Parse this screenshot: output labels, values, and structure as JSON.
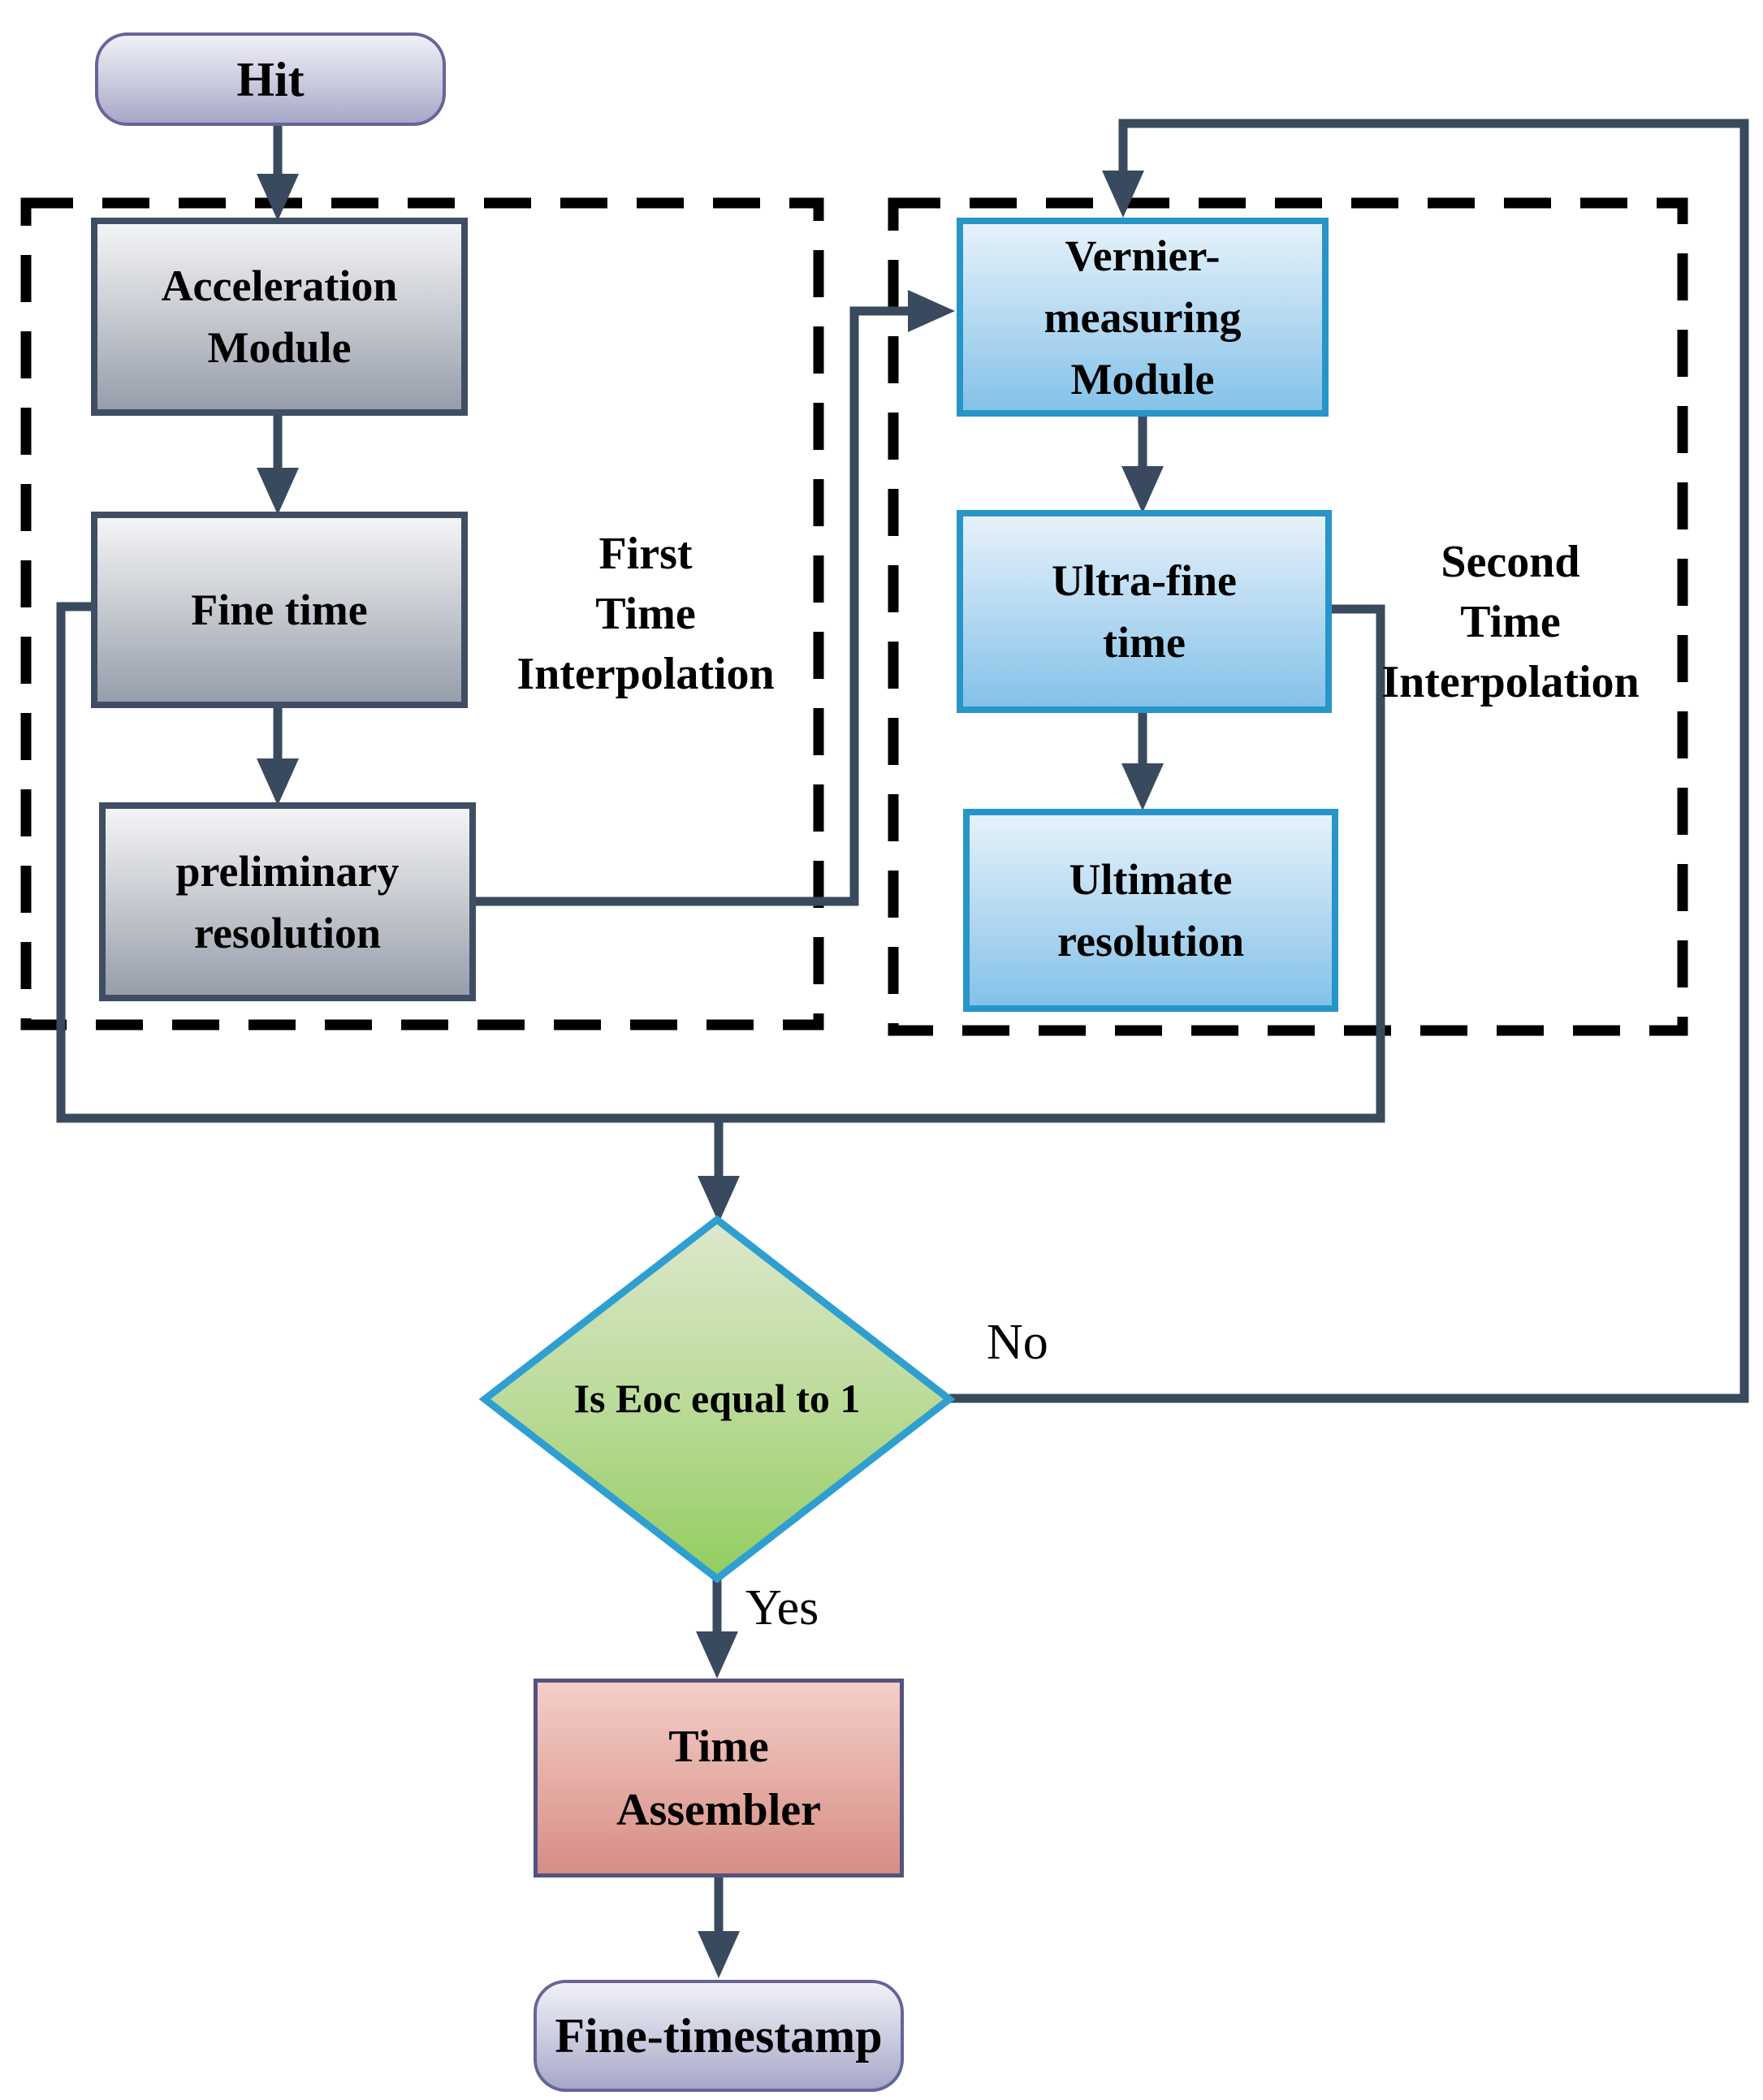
{
  "nodes": {
    "hit": {
      "label": "Hit"
    },
    "acceleration": {
      "label": "Acceleration\nModule"
    },
    "fine_time": {
      "label": "Fine time"
    },
    "preliminary": {
      "label": "preliminary\nresolution"
    },
    "vernier": {
      "label": "Vernier-\nmeasuring\nModule"
    },
    "ultra_fine": {
      "label": "Ultra-fine\ntime"
    },
    "ultimate": {
      "label": "Ultimate\nresolution"
    },
    "decision": {
      "label": "Is Eoc equal to 1"
    },
    "assembler": {
      "label": "Time\nAssembler"
    },
    "timestamp": {
      "label": "Fine-timestamp"
    }
  },
  "zones": {
    "first": {
      "label": "First\nTime\nInterpolation"
    },
    "second": {
      "label": "Second\nTime\nInterpolation"
    }
  },
  "edges": {
    "no": {
      "label": "No"
    },
    "yes": {
      "label": "Yes"
    }
  },
  "colors": {
    "connector": "#3A4A5E",
    "dashed_zone_border": "#000000",
    "gray_box_border": "#3F4E63",
    "gray_box_fill_top": "#F3F4F6",
    "gray_box_fill_bottom": "#969EAB",
    "blue_box_border": "#2795C8",
    "blue_box_fill_top": "#E6F2FB",
    "blue_box_fill_bottom": "#84C2E9",
    "terminal_border": "#65659A",
    "terminal_fill_top": "#F1F1F6",
    "terminal_fill_bottom": "#A6A7C8",
    "assembler_border": "#53537F",
    "assembler_fill_top": "#F4CEC9",
    "assembler_fill_bottom": "#D78D84",
    "diamond_border": "#2E9FD0",
    "diamond_fill_top": "#DCE8CC",
    "diamond_fill_bottom": "#93CD60"
  }
}
